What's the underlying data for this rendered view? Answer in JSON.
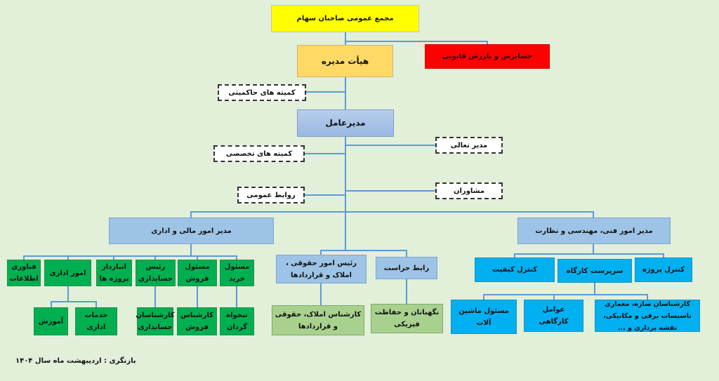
{
  "nodes": {
    "assembly": "مجمع عمومی صاحبان سهام",
    "board": "هیأت مدیره",
    "auditor": "حسابرس و بازرس قانونی",
    "governance_committees": "کمیته  های حاکمیتی",
    "ceo": "مدیرعامل",
    "excellence_manager": "مدیر تعالی",
    "specialized_committees": "کمیته  های تخصصی",
    "advisors": "مشاوران",
    "public_relations": "روابط عمومی",
    "finance_admin_manager": "مدیر امور مالی و اداری",
    "technical_manager": "مدیر امور فنی، مهندسی و نظارت",
    "it": "فناوری اطلاعات",
    "admin_affairs": "امور اداری",
    "project_warehouse": "انباردار پروژه ها",
    "accounting_head": "رئیس حسابداری",
    "sales_officer": "مسئول فروش",
    "purchasing_officer": "مسئول خرید",
    "training": "آموزش",
    "admin_services": "خدمات اداری",
    "accounting_experts": "کارشناسان حسابداری",
    "sales_expert": "کارشناس فروش",
    "cashier": "تنخواه گردان",
    "legal_head": "رئیس امور حقوقی ، املاک و قراردادها",
    "security_liaison": "رابط حراست",
    "legal_expert": "کارشناس املاک، حقوقی و قراردادها",
    "guards": "نگهبانان و حفاظت فیزیکی",
    "quality_control": "کنترل کیفیت",
    "site_supervisor": "سرپرست کارگاه",
    "project_control": "کنترل پروژه",
    "machinery_officer": "مسئول ماشین آلات",
    "site_workers": "عوامل کارگاهی",
    "engineering_experts": "کارشناسان سازه، معماری تاسیسات برقی و مکانیکی، نقشه برداری و ..."
  },
  "footer": "بازنگری : اردیبهشت ماه سال ۱۴۰۴",
  "colors": {
    "background": "#e2efd9",
    "connector": "#5b9bd5",
    "assembly": "#ffff00",
    "board": "#ffd966",
    "auditor": "#ff0000",
    "manager": "#9dc3e6",
    "finance_units": "#00b050",
    "legal_units": "#a9d18e",
    "technical_units": "#00b0f0"
  }
}
